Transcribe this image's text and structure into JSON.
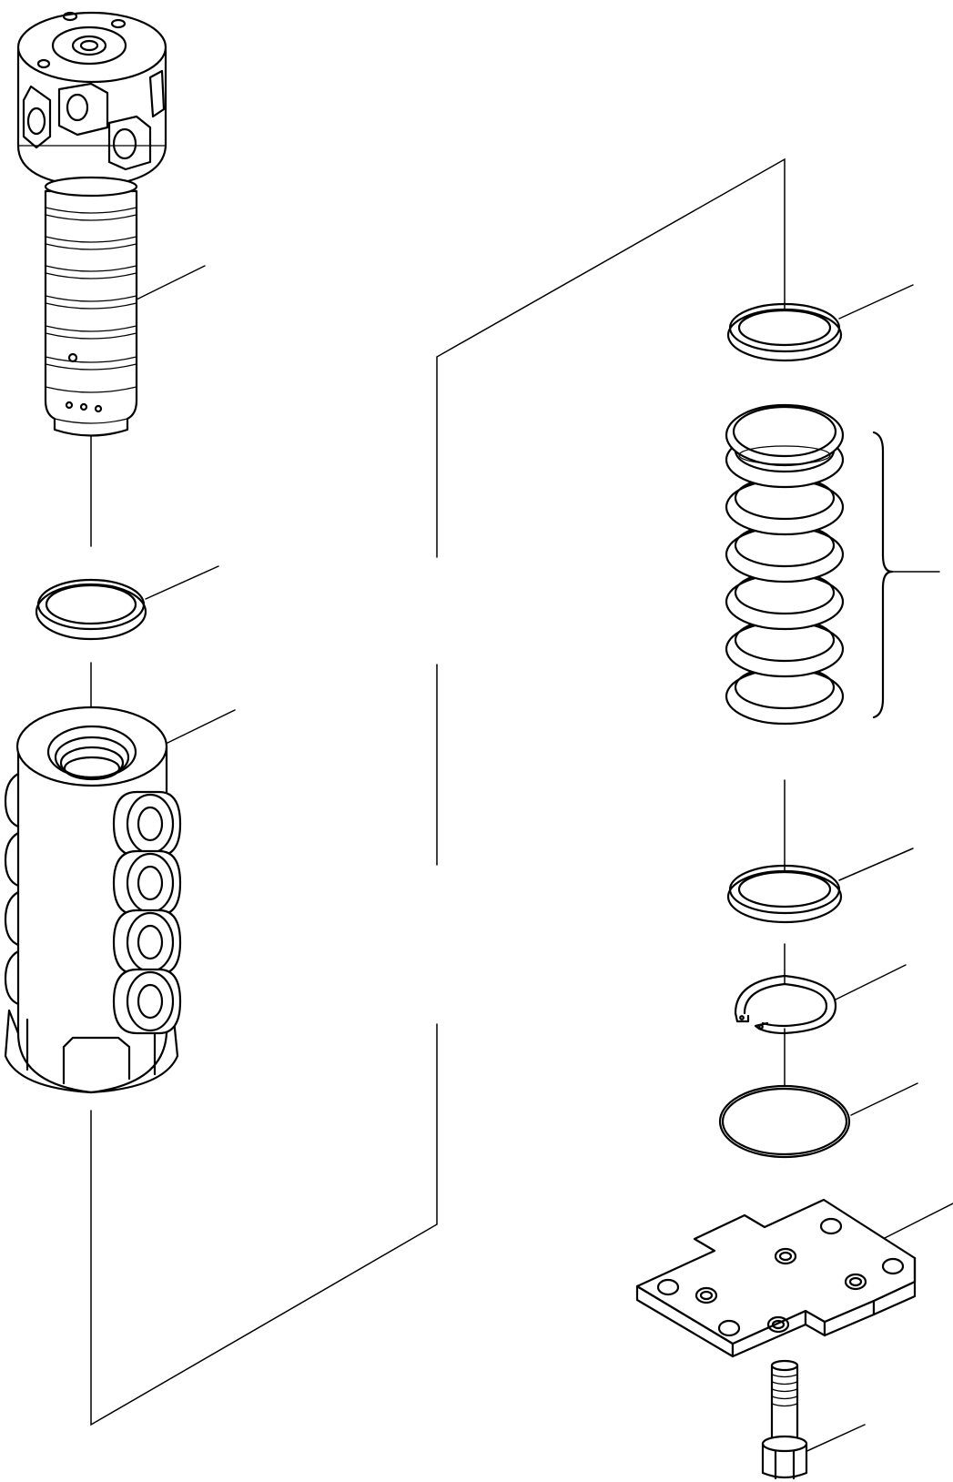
{
  "figure": {
    "parts": [
      {
        "name": "valve-spool"
      },
      {
        "name": "o-ring-upper-left"
      },
      {
        "name": "valve-housing"
      },
      {
        "name": "backup-ring-top"
      },
      {
        "name": "spring-pack"
      },
      {
        "name": "backup-ring-middle"
      },
      {
        "name": "snap-ring"
      },
      {
        "name": "o-ring-lower-right"
      },
      {
        "name": "cover-plate"
      },
      {
        "name": "bolt"
      }
    ]
  }
}
